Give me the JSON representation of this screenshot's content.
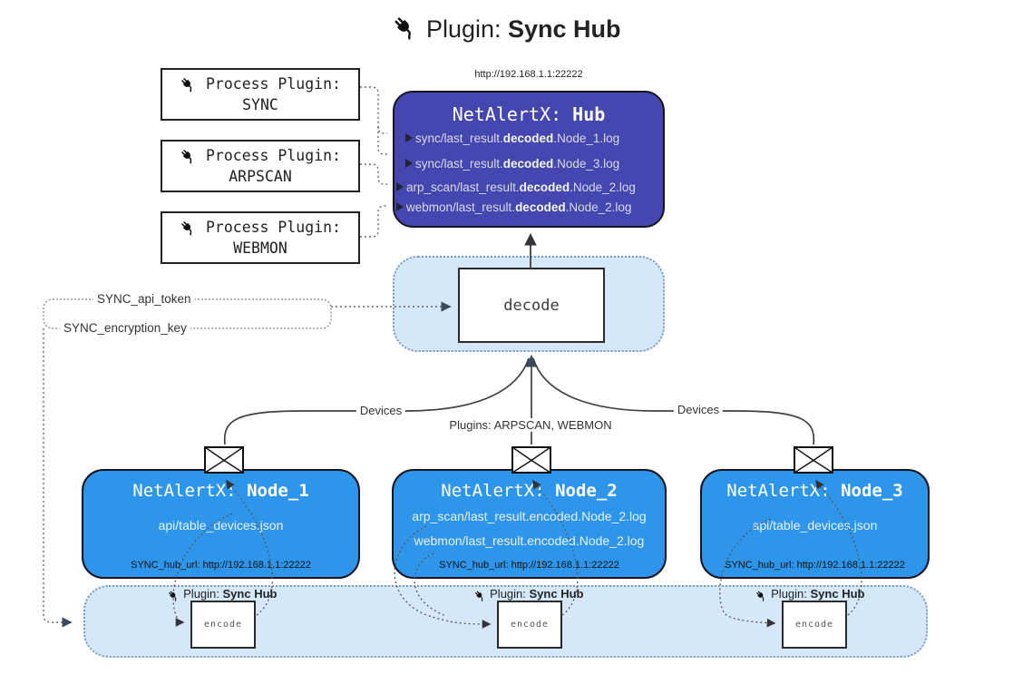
{
  "title": {
    "pre": "Plugin: ",
    "bold": "Sync Hub"
  },
  "hub": {
    "url": "http://192.168.1.1:22222",
    "title": {
      "pre": "NetAlertX: ",
      "bold": "Hub"
    },
    "lines": [
      {
        "pre": "sync/last_result.",
        "bold": "decoded",
        "post": ".Node_1.log"
      },
      {
        "pre": "sync/last_result.",
        "bold": "decoded",
        "post": ".Node_3.log"
      },
      {
        "pre": "arp_scan/last_result.",
        "bold": "decoded",
        "post": ".Node_2.log"
      },
      {
        "pre": "webmon/last_result.",
        "bold": "decoded",
        "post": ".Node_2.log"
      }
    ]
  },
  "process_plugins": [
    {
      "label": "Process Plugin:",
      "name": "SYNC"
    },
    {
      "label": "Process Plugin:",
      "name": "ARPSCAN"
    },
    {
      "label": "Process Plugin:",
      "name": "WEBMON"
    }
  ],
  "decode": {
    "label": "decode"
  },
  "settings": {
    "api_token": "SYNC_api_token",
    "encryption_key": "SYNC_encryption_key"
  },
  "edges": {
    "devices_left": "Devices",
    "devices_right": "Devices",
    "plugins_mid": "Plugins: ARPSCAN, WEBMON"
  },
  "nodes": [
    {
      "title": {
        "pre": "NetAlertX: ",
        "bold": "Node_1"
      },
      "lines": [
        "api/table_devices.json"
      ],
      "hub_url": "SYNC_hub_url: http://192.168.1.1:22222"
    },
    {
      "title": {
        "pre": "NetAlertX: ",
        "bold": "Node_2"
      },
      "lines": [
        "arp_scan/last_result.encoded.Node_2.log",
        "webmon/last_result.encoded.Node_2.log"
      ],
      "hub_url": "SYNC_hub_url: http://192.168.1.1:22222"
    },
    {
      "title": {
        "pre": "NetAlertX: ",
        "bold": "Node_3"
      },
      "lines": [
        "api/table_devices.json"
      ],
      "hub_url": "SYNC_hub_url: http://192.168.1.1:22222"
    }
  ],
  "encode_sections": [
    {
      "label": {
        "pre": "Plugin: ",
        "bold": "Sync Hub"
      },
      "box": "encode"
    },
    {
      "label": {
        "pre": "Plugin: ",
        "bold": "Sync Hub"
      },
      "box": "encode"
    },
    {
      "label": {
        "pre": "Plugin: ",
        "bold": "Sync Hub"
      },
      "box": "encode"
    }
  ],
  "icons": {
    "plug": "plug-icon",
    "envelope": "envelope-icon"
  },
  "colors": {
    "hub": "#4447b0",
    "node": "#2e96ea",
    "panel": "#d5e8fa",
    "line": "#404040",
    "arrow": "#3b4a5c",
    "dotted": "#666666"
  }
}
